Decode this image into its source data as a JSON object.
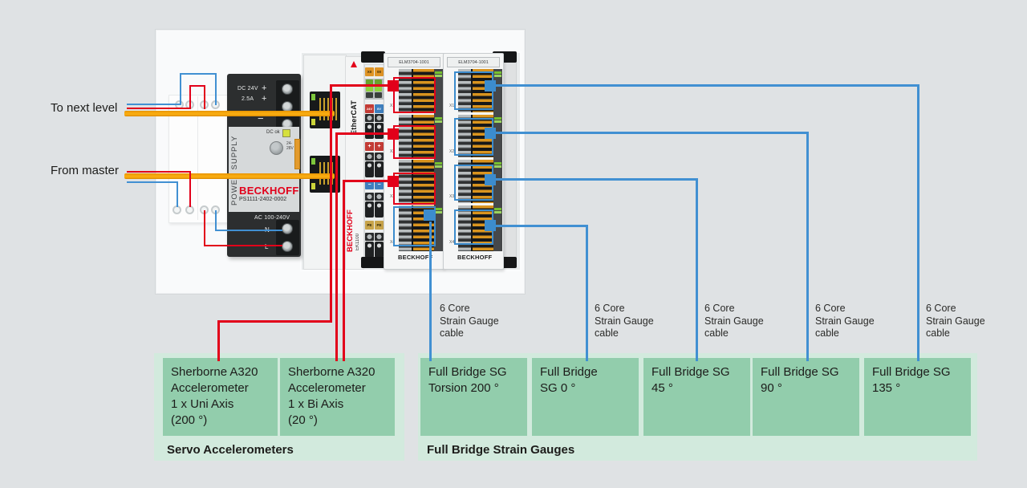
{
  "left_labels": {
    "to_next_level": "To next level",
    "from_master": "From master"
  },
  "psu": {
    "dc_row1_label": "DC 24V",
    "dc_row1_plus": "+",
    "dc_row2_label": "2.5A",
    "dc_row2_plus": "+",
    "minus": "−",
    "panel_vertical": "POWER SUPPLY",
    "dc_ok": "DC ok",
    "range_line1": "24-",
    "range_line2": "28V",
    "brand": "BECKHOFF",
    "model": "PS1111-2402-0002",
    "ac_label": "AC 100-240V",
    "n": "N",
    "l": "L"
  },
  "coupler": {
    "ethercat": "EtherCAT",
    "brand": "BECKHOFF",
    "model": "EK1100",
    "tag_x0": "X0",
    "tag_00": "00",
    "tag_24v": "24V",
    "tag_0v": "0V",
    "tag_plus": "+",
    "tag_minus": "−",
    "tag_pe": "PE"
  },
  "modules": {
    "model": "ELM3704-1001",
    "brand": "BECKHOFF",
    "sections": [
      "X1",
      "X2",
      "X3",
      "X4"
    ]
  },
  "cable_note": {
    "l1": "6 Core",
    "l2": "Strain Gauge",
    "l3": "cable"
  },
  "servo_group": {
    "title": "Servo Accelerometers",
    "box1": {
      "l1": "Sherborne A320",
      "l2": "Accelerometer",
      "l3": "1 x Uni Axis",
      "l4": "(200 °)"
    },
    "box2": {
      "l1": "Sherborne A320",
      "l2": "Accelerometer",
      "l3": "1 x Bi Axis",
      "l4": "(20 °)"
    }
  },
  "sg_group": {
    "title": "Full Bridge Strain Gauges",
    "box1": {
      "l1": "Full Bridge SG",
      "l2": "Torsion 200 °"
    },
    "box2": {
      "l1": "Full Bridge",
      "l2": "SG 0 °"
    },
    "box3": {
      "l1": "Full Bridge SG",
      "l2": "45 °"
    },
    "box4": {
      "l1": "Full Bridge SG",
      "l2": "90 °"
    },
    "box5": {
      "l1": "Full Bridge SG",
      "l2": "135 °"
    }
  },
  "colors": {
    "wire_red": "#e2001a",
    "wire_blue": "#4190d2",
    "cable_orange": "#f8ab10",
    "box_green": "#92cdac",
    "container_green": "#d2eadd",
    "beckhoff_red": "#e2001a"
  }
}
